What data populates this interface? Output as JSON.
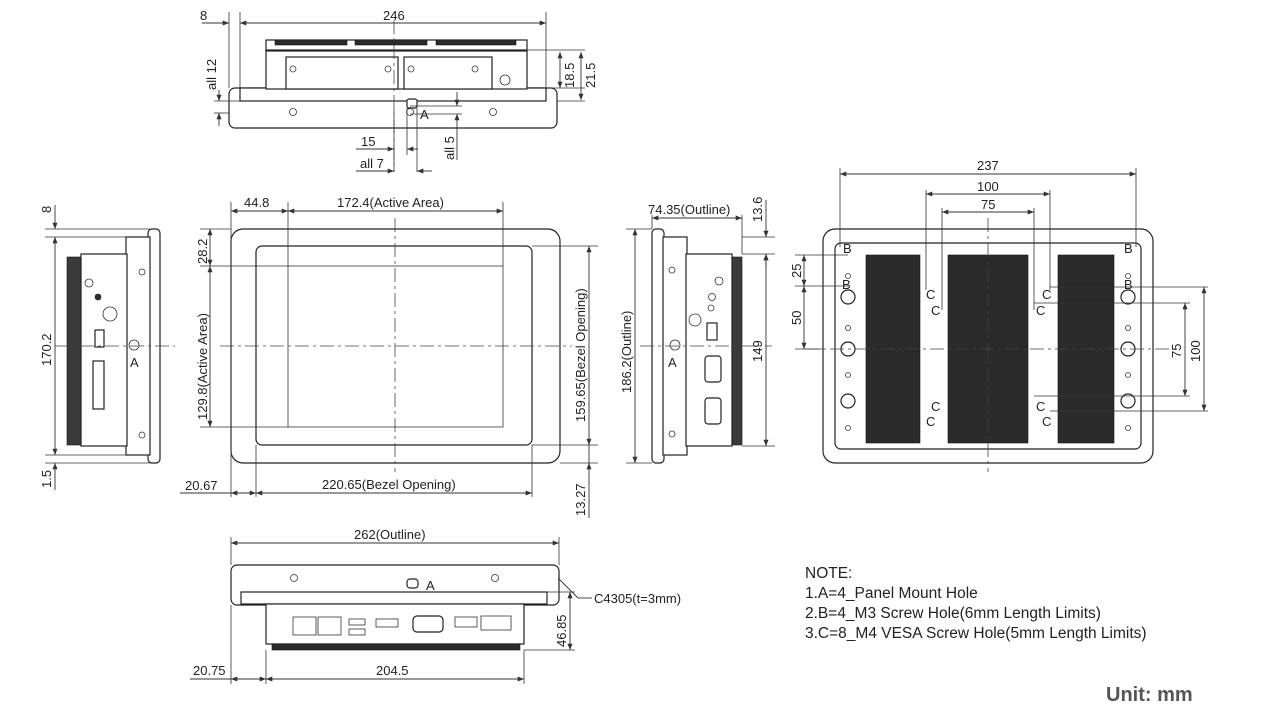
{
  "top": {
    "d_8": "8",
    "d_246": "246",
    "d_all12": "all 12",
    "d_185": "18.5",
    "d_215": "21.5",
    "label_a": "A",
    "d_15": "15",
    "d_all7": "all 7",
    "d_all5": "all 5"
  },
  "left": {
    "d_8": "8",
    "d_1702": "170.2",
    "d_15": "1.5",
    "label_a": "A"
  },
  "front": {
    "d_448": "44.8",
    "d_1724": "172.4(Active Area)",
    "d_282": "28.2",
    "d_1298": "129.8(Active Area)",
    "d_15965": "159.65(Bezel Opening)",
    "d_2067": "20.67",
    "d_22065": "220.65(Bezel Opening)",
    "d_1327": "13.27"
  },
  "right": {
    "d_7435": "74.35(Outline)",
    "d_136": "13.6",
    "d_1862": "186.2(Outline)",
    "d_149": "149",
    "label_a": "A"
  },
  "back": {
    "d_237": "237",
    "d_100": "100",
    "d_75": "75",
    "d_25": "25",
    "d_50": "50",
    "d_75v": "75",
    "d_100v": "100",
    "label_b": "B",
    "label_c": "C"
  },
  "bottom": {
    "d_262": "262(Outline)",
    "label_a": "A",
    "d_c4305": "C4305(t=3mm)",
    "d_4685": "46.85",
    "d_2075": "20.75",
    "d_2045": "204.5"
  },
  "notes": {
    "title": "NOTE:",
    "line1": "1.A=4_Panel Mount Hole",
    "line2": "2.B=4_M3 Screw Hole(6mm Length Limits)",
    "line3": "3.C=8_M4 VESA Screw Hole(5mm Length Limits)"
  },
  "unit": "Unit: mm"
}
